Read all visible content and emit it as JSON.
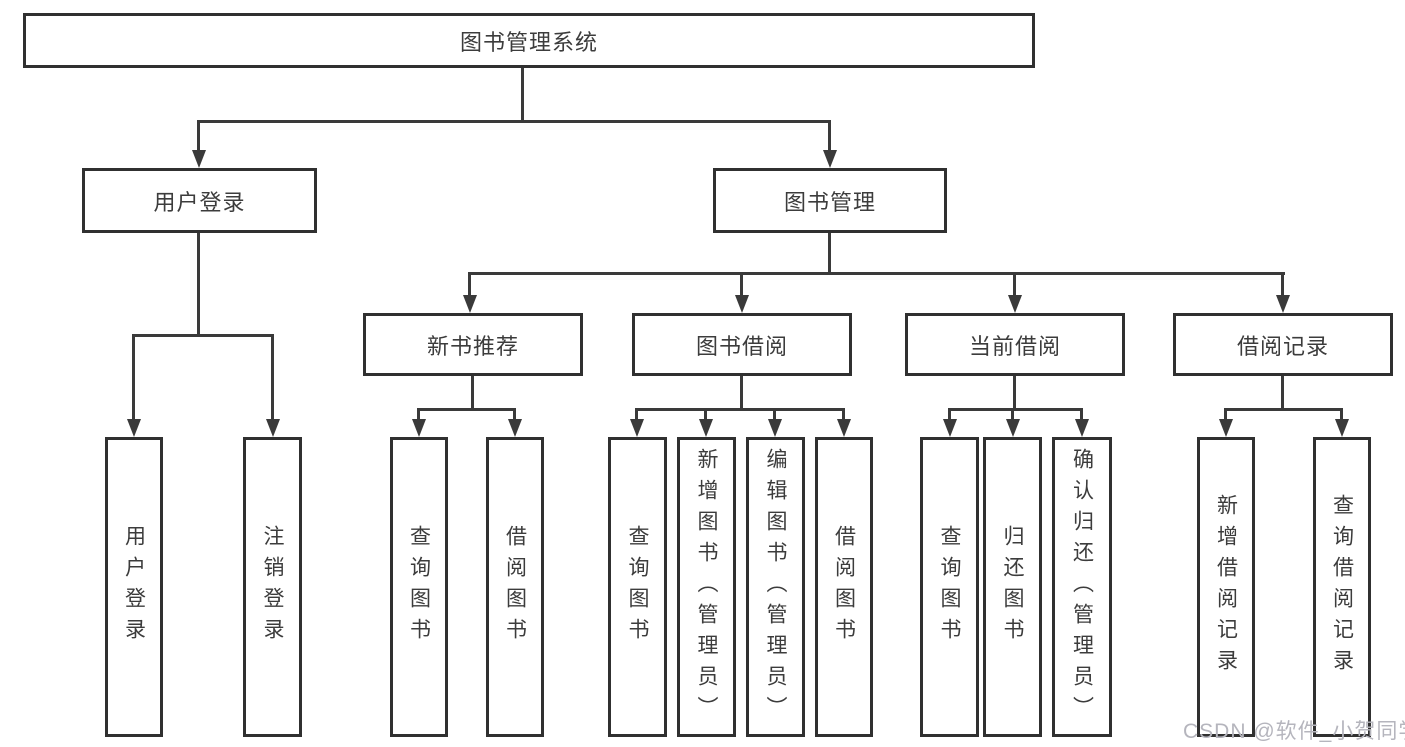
{
  "diagram": {
    "root": {
      "label": "图书管理系统"
    },
    "level2": [
      {
        "label": "用户登录"
      },
      {
        "label": "图书管理"
      }
    ],
    "level3": [
      {
        "label": "新书推荐"
      },
      {
        "label": "图书借阅"
      },
      {
        "label": "当前借阅"
      },
      {
        "label": "借阅记录"
      }
    ],
    "leaves": [
      {
        "label": "用户登录"
      },
      {
        "label": "注销登录"
      },
      {
        "label": "查询图书"
      },
      {
        "label": "借阅图书"
      },
      {
        "label": "查询图书"
      },
      {
        "label": "新增图书（管理员）"
      },
      {
        "label": "编辑图书（管理员）"
      },
      {
        "label": "借阅图书"
      },
      {
        "label": "查询图书"
      },
      {
        "label": "归还图书"
      },
      {
        "label": "确认归还（管理员）"
      },
      {
        "label": "新增借阅记录"
      },
      {
        "label": "查询借阅记录"
      }
    ],
    "watermark": "CSDN @软件_小贺同学",
    "colors": {
      "line": "#3a3a3a",
      "border": "#303030",
      "text": "#3c3c3c",
      "bg": "#ffffff",
      "watermark": "#b5b5bd"
    }
  }
}
